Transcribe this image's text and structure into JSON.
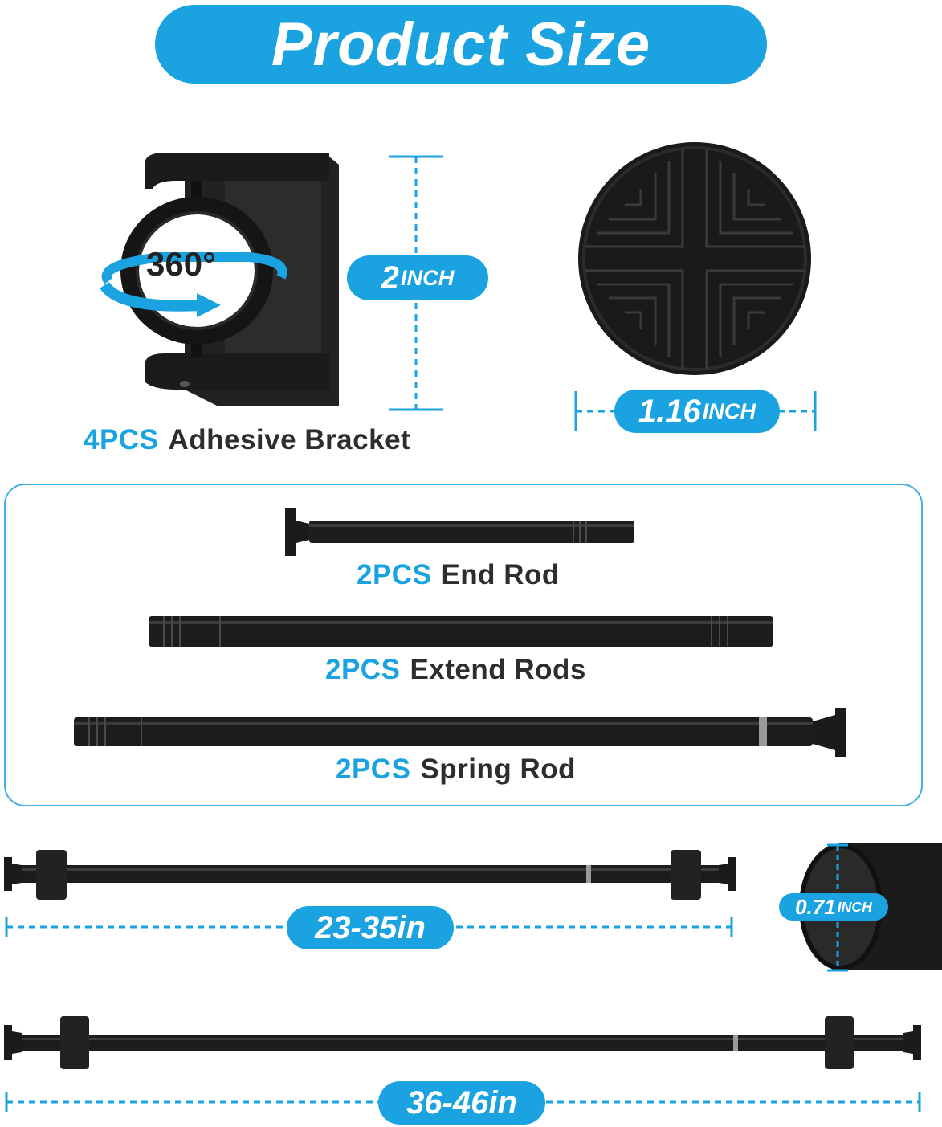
{
  "header": {
    "title": "Product Size"
  },
  "bracket": {
    "quantity": "4PCS",
    "name": "Adhesive Bracket",
    "rotation": "360°",
    "height_value": "2",
    "height_unit": "INCH"
  },
  "pad": {
    "diameter_value": "1.16",
    "diameter_unit": "INCH"
  },
  "parts": [
    {
      "quantity": "2PCS",
      "name": "End Rod"
    },
    {
      "quantity": "2PCS",
      "name": "Extend Rods"
    },
    {
      "quantity": "2PCS",
      "name": "Spring Rod"
    }
  ],
  "assemblies": {
    "short_range": "23-35in",
    "long_range": "36-46in"
  },
  "tube": {
    "diameter_value": "0.71",
    "diameter_unit": "INCH"
  },
  "colors": {
    "accent": "#1aa3e0",
    "text_dark": "#2d2d2d",
    "product_black": "#1b1b1b"
  }
}
